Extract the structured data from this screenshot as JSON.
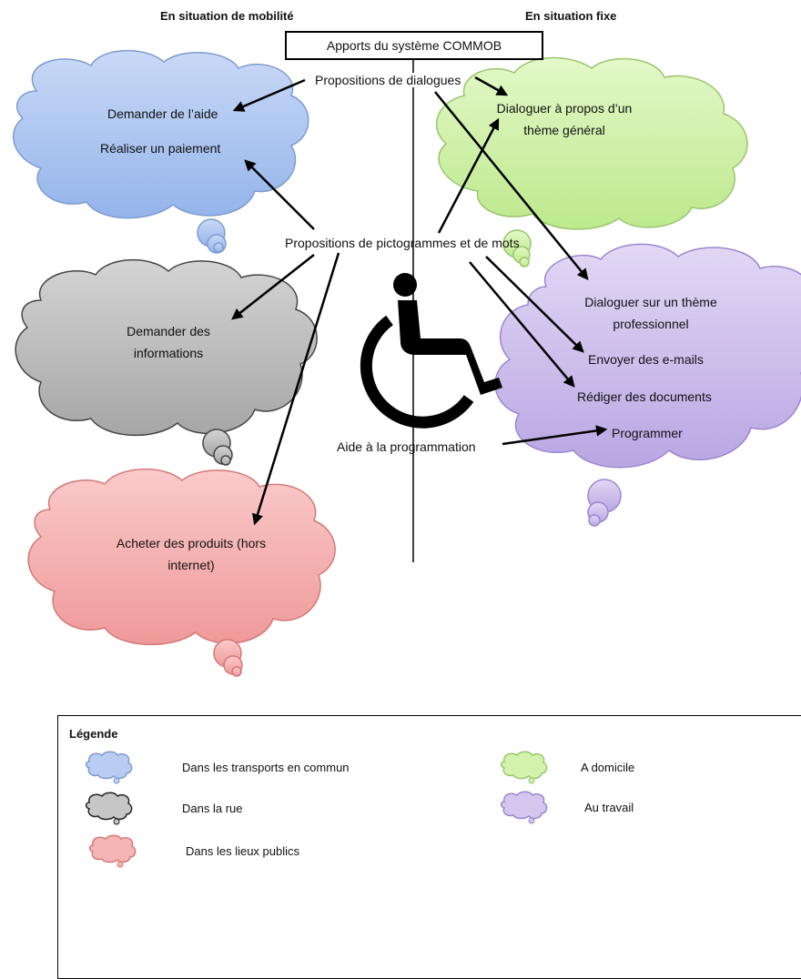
{
  "header": {
    "left": "En situation de mobilité",
    "right": "En situation fixe",
    "title": "Apports du système COMMOB"
  },
  "labels": {
    "dialogues": "Propositions de dialogues",
    "pictogrammes": "Propositions de pictogrammes et de mots",
    "programmation": "Aide à la programmation"
  },
  "clouds": {
    "blue": {
      "line1": "Demander de l’aide",
      "line2": "Réaliser un paiement",
      "color": "#b9cdf3"
    },
    "green": {
      "text": "Dialoguer à propos d’un thème général",
      "color": "#d3f3ad"
    },
    "gray": {
      "text": "Demander des informations",
      "color": "#c6c6c6"
    },
    "purple": {
      "line1": "Dialoguer sur un thème professionnel",
      "line2": "Envoyer des e-mails",
      "line3": "Rédiger des documents",
      "line4": "Programmer",
      "color": "#d4c6ef"
    },
    "red": {
      "text": "Acheter des produits (hors internet)",
      "color": "#f6b5b5"
    }
  },
  "icons": {
    "center": "wheelchair-icon"
  },
  "legend": {
    "title": "Légende",
    "items": [
      {
        "label": "Dans les transports en commun",
        "color": "#b9cdf3"
      },
      {
        "label": "Dans la rue",
        "color": "#c6c6c6"
      },
      {
        "label": "Dans les lieux publics",
        "color": "#f6b5b5"
      },
      {
        "label": "A domicile",
        "color": "#d3f3ad"
      },
      {
        "label": "Au travail",
        "color": "#d4c6ef"
      }
    ]
  }
}
